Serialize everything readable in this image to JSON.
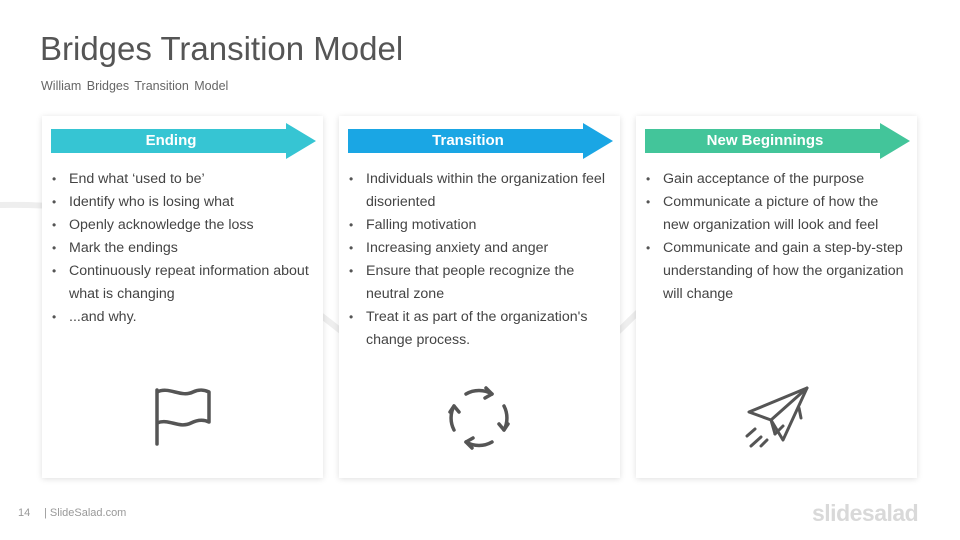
{
  "header": {
    "title": "Bridges Transition Model",
    "subtitle": "William Bridges Transition Model"
  },
  "cards": [
    {
      "label": "Ending",
      "color": "#36c5d3",
      "icon": "flag-icon",
      "items": [
        "End what ‘used to be’",
        "Identify who is losing what",
        "Openly acknowledge the loss",
        "Mark the endings",
        "Continuously repeat information about what is changing",
        "...and why."
      ]
    },
    {
      "label": "Transition",
      "color": "#1aa6e4",
      "icon": "cycle-arrows-icon",
      "items": [
        "Individuals within the organization feel disoriented",
        "Falling motivation",
        "Increasing anxiety and anger",
        "Ensure that people recognize the neutral zone",
        "Treat it as part of the organization's change process."
      ]
    },
    {
      "label": "New Beginnings",
      "color": "#43c59a",
      "icon": "paper-plane-icon",
      "items": [
        "Gain acceptance of the purpose",
        "Communicate a picture of how the new organization will look and feel",
        "Communicate and gain a step-by-step understanding of how the organization will change"
      ]
    }
  ],
  "footer": {
    "page_number": "14",
    "site": "| SlideSalad.com",
    "brand": "slidesalad"
  }
}
